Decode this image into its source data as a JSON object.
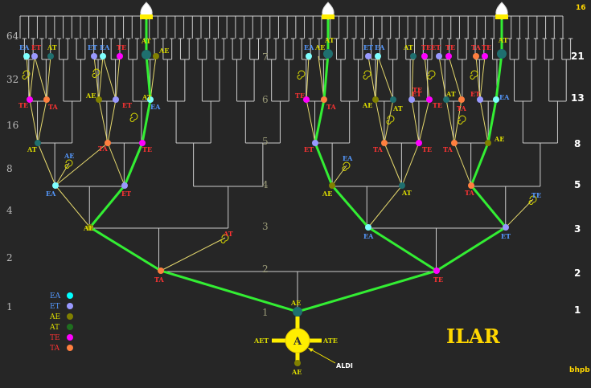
{
  "header": {
    "corner_top": "16",
    "corner_bottom": "bhpb",
    "title": "ILAR"
  },
  "left_scale": [
    "1",
    "2",
    "4",
    "8",
    "16",
    "32",
    "64"
  ],
  "mid_levels": [
    "1",
    "2",
    "3",
    "4",
    "5",
    "6",
    "7"
  ],
  "right_scale": [
    "1",
    "2",
    "3",
    "5",
    "8",
    "13",
    "21"
  ],
  "colors": {
    "EA": "#7fffff",
    "ET": "#9999ff",
    "AE": "#808000",
    "AT": "#2e7d32",
    "TE": "#ff00ff",
    "TA": "#ff7f3f",
    "green_path": "#33ee33",
    "hub": "#ffee00"
  },
  "legend": [
    {
      "label": "EA",
      "color": "#00ffff",
      "text_color": "#5599ff"
    },
    {
      "label": "ET",
      "color": "#9999ff",
      "text_color": "#5599ff"
    },
    {
      "label": "AE",
      "color": "#808000",
      "text_color": "#dddd00"
    },
    {
      "label": "AT",
      "color": "#1f6f1f",
      "text_color": "#dddd00"
    },
    {
      "label": "TE",
      "color": "#ff00ff",
      "text_color": "#ff3333"
    },
    {
      "label": "TA",
      "color": "#ff7f3f",
      "text_color": "#ff3333"
    }
  ],
  "hub": {
    "center_label": "A",
    "left_label": "AET",
    "right_label": "ATE",
    "bottom_label": "AE",
    "pointer_label": "ALDI"
  },
  "node_labels": {
    "root": "AE",
    "l2_left": "TA",
    "l2_right": "TE",
    "l3_ll": "AE",
    "l3_lr_spiral": "AT",
    "l3_rl": "EA",
    "l3_rr": "ET",
    "l3_rr_spiral": "TE",
    "l4_a": "EA",
    "l4_a_spiral": "AE",
    "l4_b": "ET",
    "l4_c": "AE",
    "l4_c_spiral": "EA",
    "l4_d": "AT",
    "l4_e": "TA",
    "l4_f": "TE",
    "l5_1": "AT",
    "l5_2": "TA",
    "l5_3": "TE",
    "l5_4": "ET",
    "l5_5": "TA",
    "l5_6": "TE",
    "l5_7": "TA",
    "l5_8": "AE",
    "l6_1": "TE",
    "l6_2": "TA",
    "l6_3": "AE",
    "l6_4": "ET",
    "l6_5": "EA",
    "l6_6": "TE",
    "l6_7": "TA",
    "l6_8": "AE",
    "l6_9": "AT",
    "l6_10": "TE",
    "l6_11": "TA",
    "l6_12": "ET",
    "l6_13": "EA",
    "l6_14": "AT",
    "l6_15": "ET",
    "l6_16": "AT",
    "l7_1": "EA",
    "l7_2": "ET",
    "l7_3": "AT",
    "l7_4": "ET",
    "l7_5": "EA",
    "l7_6": "TE",
    "l7_7": "AT",
    "l7_8": "AE",
    "l7_9": "EA",
    "l7_10": "AT",
    "l7_11": "AE",
    "l7_12": "ET",
    "l7_13": "EA",
    "l7_14": "AT",
    "l7_15": "TE",
    "l7_16": "ET",
    "l7_17": "TE",
    "l7_18": "TA",
    "l7_19": "TE",
    "l7_20": "AT"
  }
}
